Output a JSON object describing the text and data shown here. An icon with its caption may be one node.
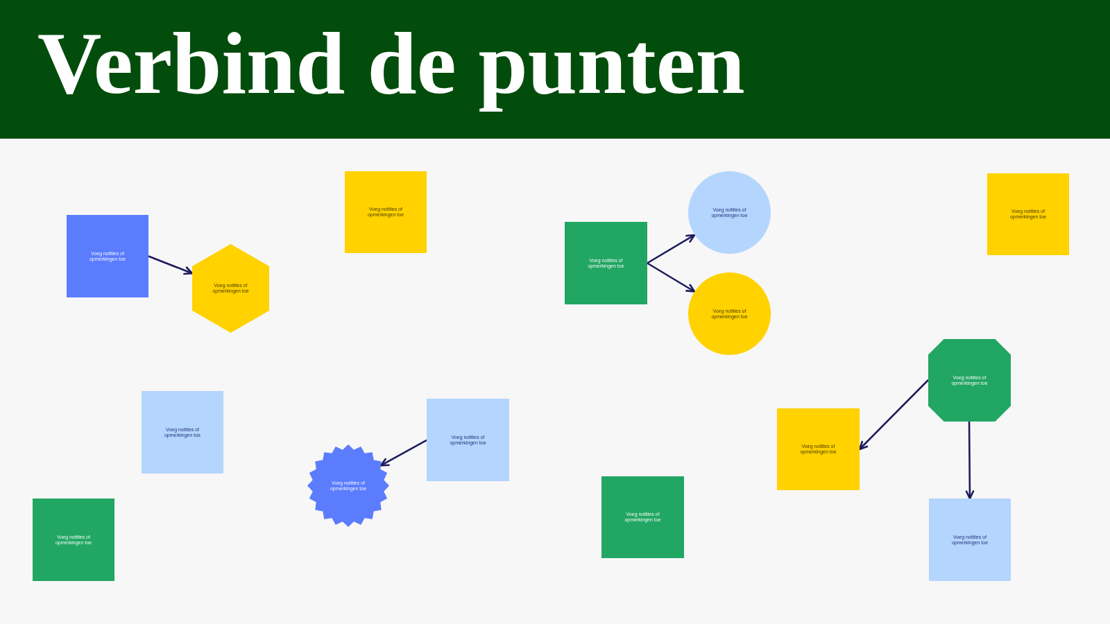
{
  "diagram": {
    "title": "Verbind de punten",
    "nodes": [
      {
        "text": [
          "Voeg notities of opmerkingen toe"
        ]
      },
      {
        "text": [
          "Voeg notities of opmerkingen toe"
        ]
      },
      {
        "text": [
          "Voeg notities of opmerkingen toe"
        ]
      },
      {
        "text": [
          "Voeg notities of opmerkingen toe"
        ]
      },
      {
        "text": [
          "Voeg notities of opmerkingen toe"
        ]
      },
      {
        "text": [
          "Voeg notities of opmerkingen toe"
        ]
      },
      {
        "text": [
          "Voeg notities of opmerkingen toe"
        ]
      },
      {
        "text": [
          "Voeg notities of opmerkingen toe"
        ]
      },
      {
        "text": [
          "Voeg notities of opmerkingen toe"
        ]
      },
      {
        "text": [
          "Voeg notities of opmerkingen toe"
        ]
      },
      {
        "text": [
          "Voeg notities of opmerkingen toe"
        ]
      },
      {
        "text": [
          "Voeg notities of opmerkingen toe"
        ]
      },
      {
        "text": [
          "Voeg notities of opmerkingen toe"
        ]
      },
      {
        "text": [
          "Voeg notities of opmerkingen toe"
        ]
      },
      {
        "text": [
          "Voeg notities of opmerkingen toe"
        ]
      }
    ],
    "edges": [
      {
        "from": 0,
        "to": 1,
        "arrow": "to"
      },
      {
        "from": 3,
        "to": 4,
        "arrow": "to"
      },
      {
        "from": 3,
        "to": 5,
        "arrow": "to"
      },
      {
        "from": 9,
        "to": 10,
        "arrow": "to"
      },
      {
        "from": 7,
        "to": 11,
        "arrow": "to"
      },
      {
        "from": 7,
        "to": 14,
        "arrow": "to"
      }
    ]
  }
}
